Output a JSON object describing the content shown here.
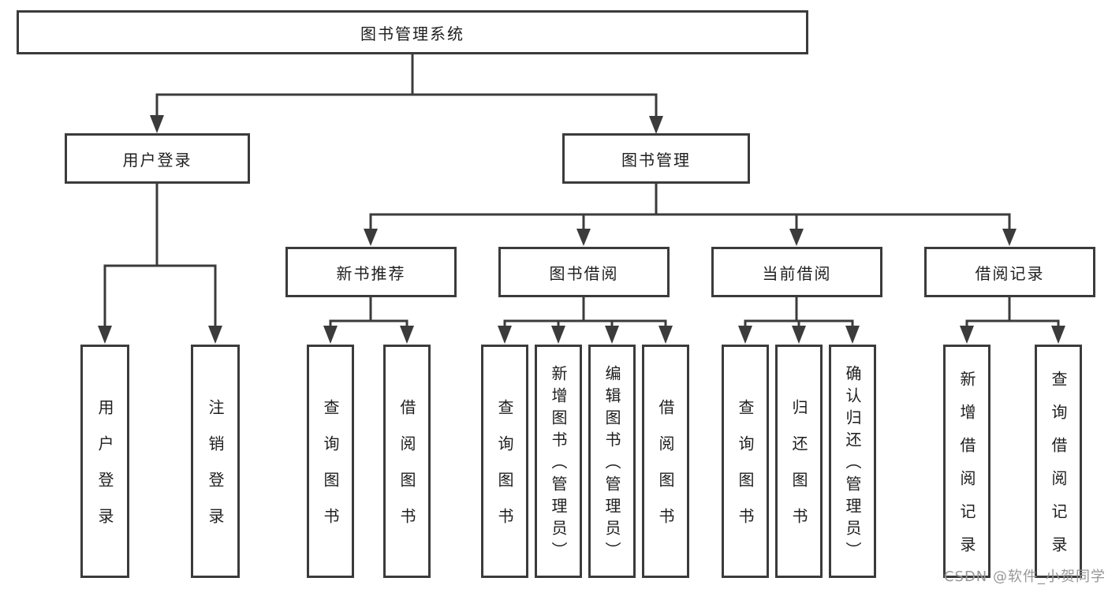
{
  "diagram_title": "图书管理系统",
  "tree": {
    "label": "图书管理系统",
    "children": [
      {
        "label": "用户登录",
        "children": [
          {
            "label": "用户登录"
          },
          {
            "label": "注销登录"
          }
        ]
      },
      {
        "label": "图书管理",
        "children": [
          {
            "label": "新书推荐",
            "children": [
              {
                "label": "查询图书"
              },
              {
                "label": "借阅图书"
              }
            ]
          },
          {
            "label": "图书借阅",
            "children": [
              {
                "label": "查询图书"
              },
              {
                "label": "新增图书（管理员）"
              },
              {
                "label": "编辑图书（管理员）"
              },
              {
                "label": "借阅图书"
              }
            ]
          },
          {
            "label": "当前借阅",
            "children": [
              {
                "label": "查询图书"
              },
              {
                "label": "归还图书"
              },
              {
                "label": "确认归还（管理员）"
              }
            ]
          },
          {
            "label": "借阅记录",
            "children": [
              {
                "label": "新增借阅记录"
              },
              {
                "label": "查询借阅记录"
              }
            ]
          }
        ]
      }
    ]
  },
  "watermark": {
    "text": "CSDN @软件_小贺同学"
  },
  "colors": {
    "line": "#3b3b3b",
    "text": "#1e1e1e",
    "background": "#ffffff",
    "watermark": "#979797"
  }
}
